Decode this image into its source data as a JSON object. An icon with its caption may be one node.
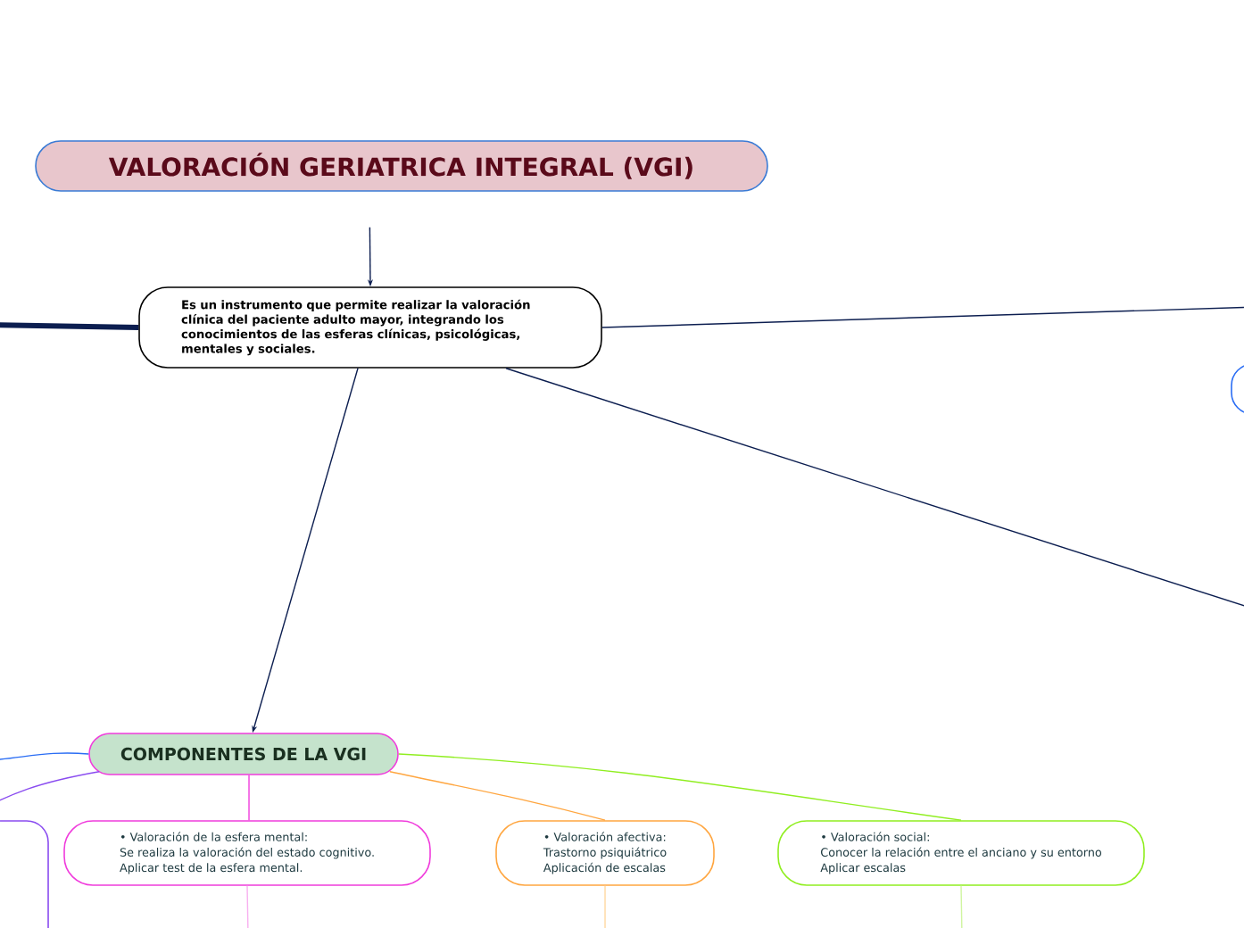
{
  "diagram": {
    "nodes": [
      {
        "text": [
          "VALORACIÓN GERIATRICA INTEGRAL (VGI)"
        ]
      },
      {
        "text": [
          "Es un instrumento que permite realizar la valoración clínica del paciente adulto mayor, integrando los conocimientos de las esferas clínicas, psicológicas, mentales y sociales."
        ]
      },
      {
        "text": [
          "COMPONENTES DE LA VGI"
        ]
      },
      {
        "text": [],
        "shape": "box"
      },
      {
        "text": [
          "• Valoración de la esfera mental:",
          "Se realiza la valoración del estado cognitivo.",
          "Aplicar test de la esfera mental."
        ]
      },
      {
        "text": [
          "• Valoración afectiva:",
          "Trastorno psiquiátrico",
          "Aplicación de escalas"
        ]
      },
      {
        "text": [
          "• Valoración social:",
          "Conocer la relación entre el anciano y su entorno",
          "Aplicar escalas"
        ]
      },
      {
        "text": [],
        "shape": "box"
      }
    ],
    "edges": [
      {
        "from": 0,
        "to": 1,
        "arrow": "to"
      },
      {
        "from": 1,
        "to": 2,
        "arrow": "to"
      },
      {
        "from": 1,
        "to": null,
        "arrow": "none",
        "style": "thick"
      },
      {
        "from": 1,
        "to": null,
        "arrow": "none"
      },
      {
        "from": 1,
        "to": null,
        "arrow": "none"
      },
      {
        "from": 2,
        "to": null,
        "arrow": "none",
        "color": "#2a6df4"
      },
      {
        "from": 2,
        "to": 3,
        "arrow": "none",
        "color": "#8a4cf0"
      },
      {
        "from": 2,
        "to": 4,
        "arrow": "none",
        "color": "#f03cdc"
      },
      {
        "from": 2,
        "to": 5,
        "arrow": "none",
        "color": "#ffa640"
      },
      {
        "from": 2,
        "to": 6,
        "arrow": "none",
        "color": "#90ee20"
      },
      {
        "from": 4,
        "to": null,
        "arrow": "none",
        "color": "#f8b0f0"
      },
      {
        "from": 5,
        "to": null,
        "arrow": "none",
        "color": "#ffd8a0"
      },
      {
        "from": 6,
        "to": null,
        "arrow": "none",
        "color": "#d0f5a0"
      }
    ]
  }
}
